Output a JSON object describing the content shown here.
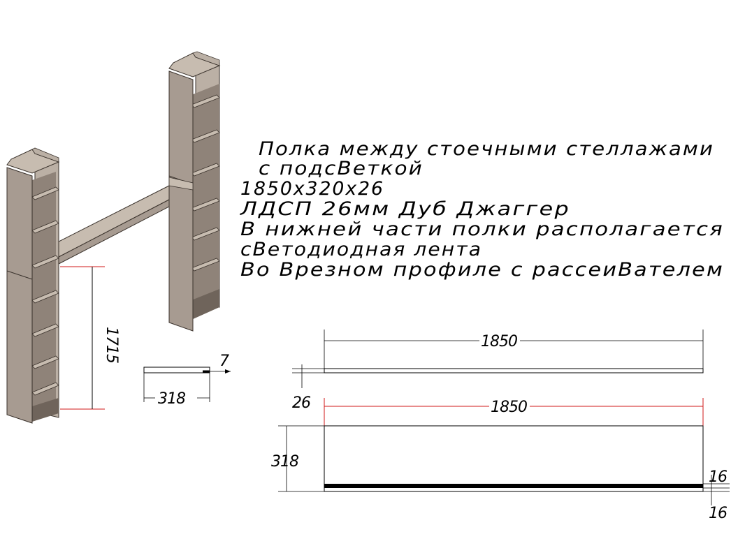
{
  "notes": {
    "line1": "Полка между стоечными стеллажами",
    "line2": "с подсВеткой",
    "line3": "1850х320х26",
    "line4": "ЛДСП 26мм Дуб Джаггер",
    "line5": "В нижней части полки располагается",
    "line6": "сВетодиодная лента",
    "line7": "Во Врезном профиле с рассеиВателем"
  },
  "dimensions": {
    "height": "1715",
    "section_depth": "318",
    "section_offset": "7",
    "length_top": "1850",
    "thickness": "26",
    "length_bottom": "1850",
    "depth": "318",
    "profile_a": "16",
    "profile_b": "16"
  },
  "colors": {
    "wood_front": "#a79b91",
    "wood_side": "#bbb0a5",
    "wood_top": "#c7bcb0",
    "wood_dark": "#6f645b",
    "wood_inner": "#8f8379",
    "edge": "#3a322c",
    "dimension_red": "#d01818",
    "line": "#000000"
  }
}
